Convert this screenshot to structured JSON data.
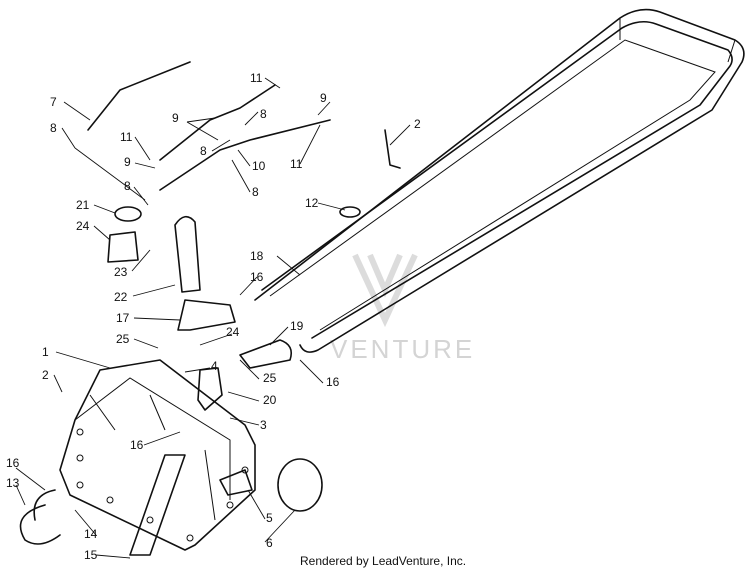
{
  "watermark": "VENTURE",
  "footer": "Rendered by LeadVenture, Inc.",
  "callouts": {
    "c1": "1",
    "c2a": "2",
    "c2b": "2",
    "c3": "3",
    "c4": "4",
    "c5": "5",
    "c6": "6",
    "c7": "7",
    "c8a": "8",
    "c8b": "8",
    "c8c": "8",
    "c8d": "8",
    "c8e": "8",
    "c9a": "9",
    "c9b": "9",
    "c9c": "9",
    "c10": "10",
    "c11a": "11",
    "c11b": "11",
    "c11c": "11",
    "c12": "12",
    "c13": "13",
    "c14": "14",
    "c15": "15",
    "c16a": "16",
    "c16b": "16",
    "c16c": "16",
    "c16d": "16",
    "c17": "17",
    "c18": "18",
    "c19": "19",
    "c20": "20",
    "c21": "21",
    "c22": "22",
    "c23": "23",
    "c24a": "24",
    "c24b": "24",
    "c25a": "25",
    "c25b": "25"
  }
}
